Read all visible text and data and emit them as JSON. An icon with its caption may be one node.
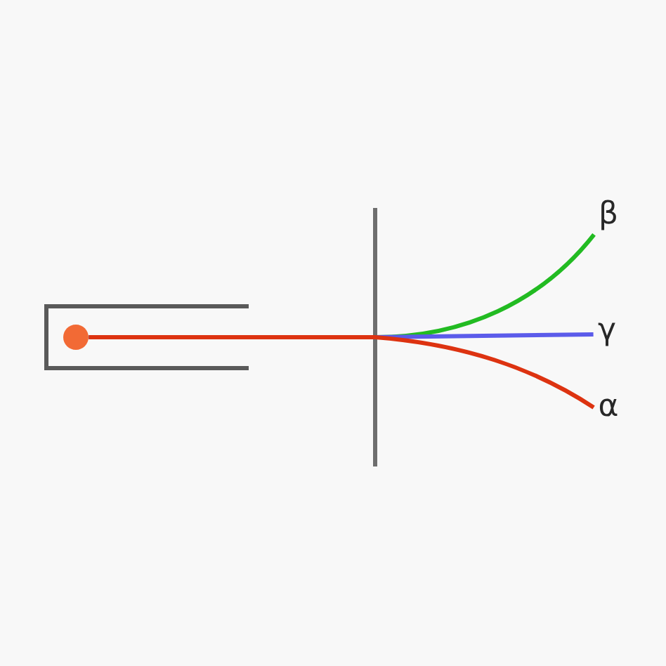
{
  "diagram": {
    "nodes": [
      {
        "text": [],
        "shape": "circle"
      },
      {
        "text": [
          "β"
        ]
      },
      {
        "text": [
          "γ"
        ]
      },
      {
        "text": [
          "α"
        ]
      }
    ],
    "edges": [
      {
        "from": 0,
        "to": 1,
        "arrow": "none",
        "color": "#22bb22"
      },
      {
        "from": 0,
        "to": 2,
        "arrow": "none",
        "color": "#5b5bea"
      },
      {
        "from": 0,
        "to": 3,
        "arrow": "none",
        "color": "#dd3311"
      }
    ]
  }
}
